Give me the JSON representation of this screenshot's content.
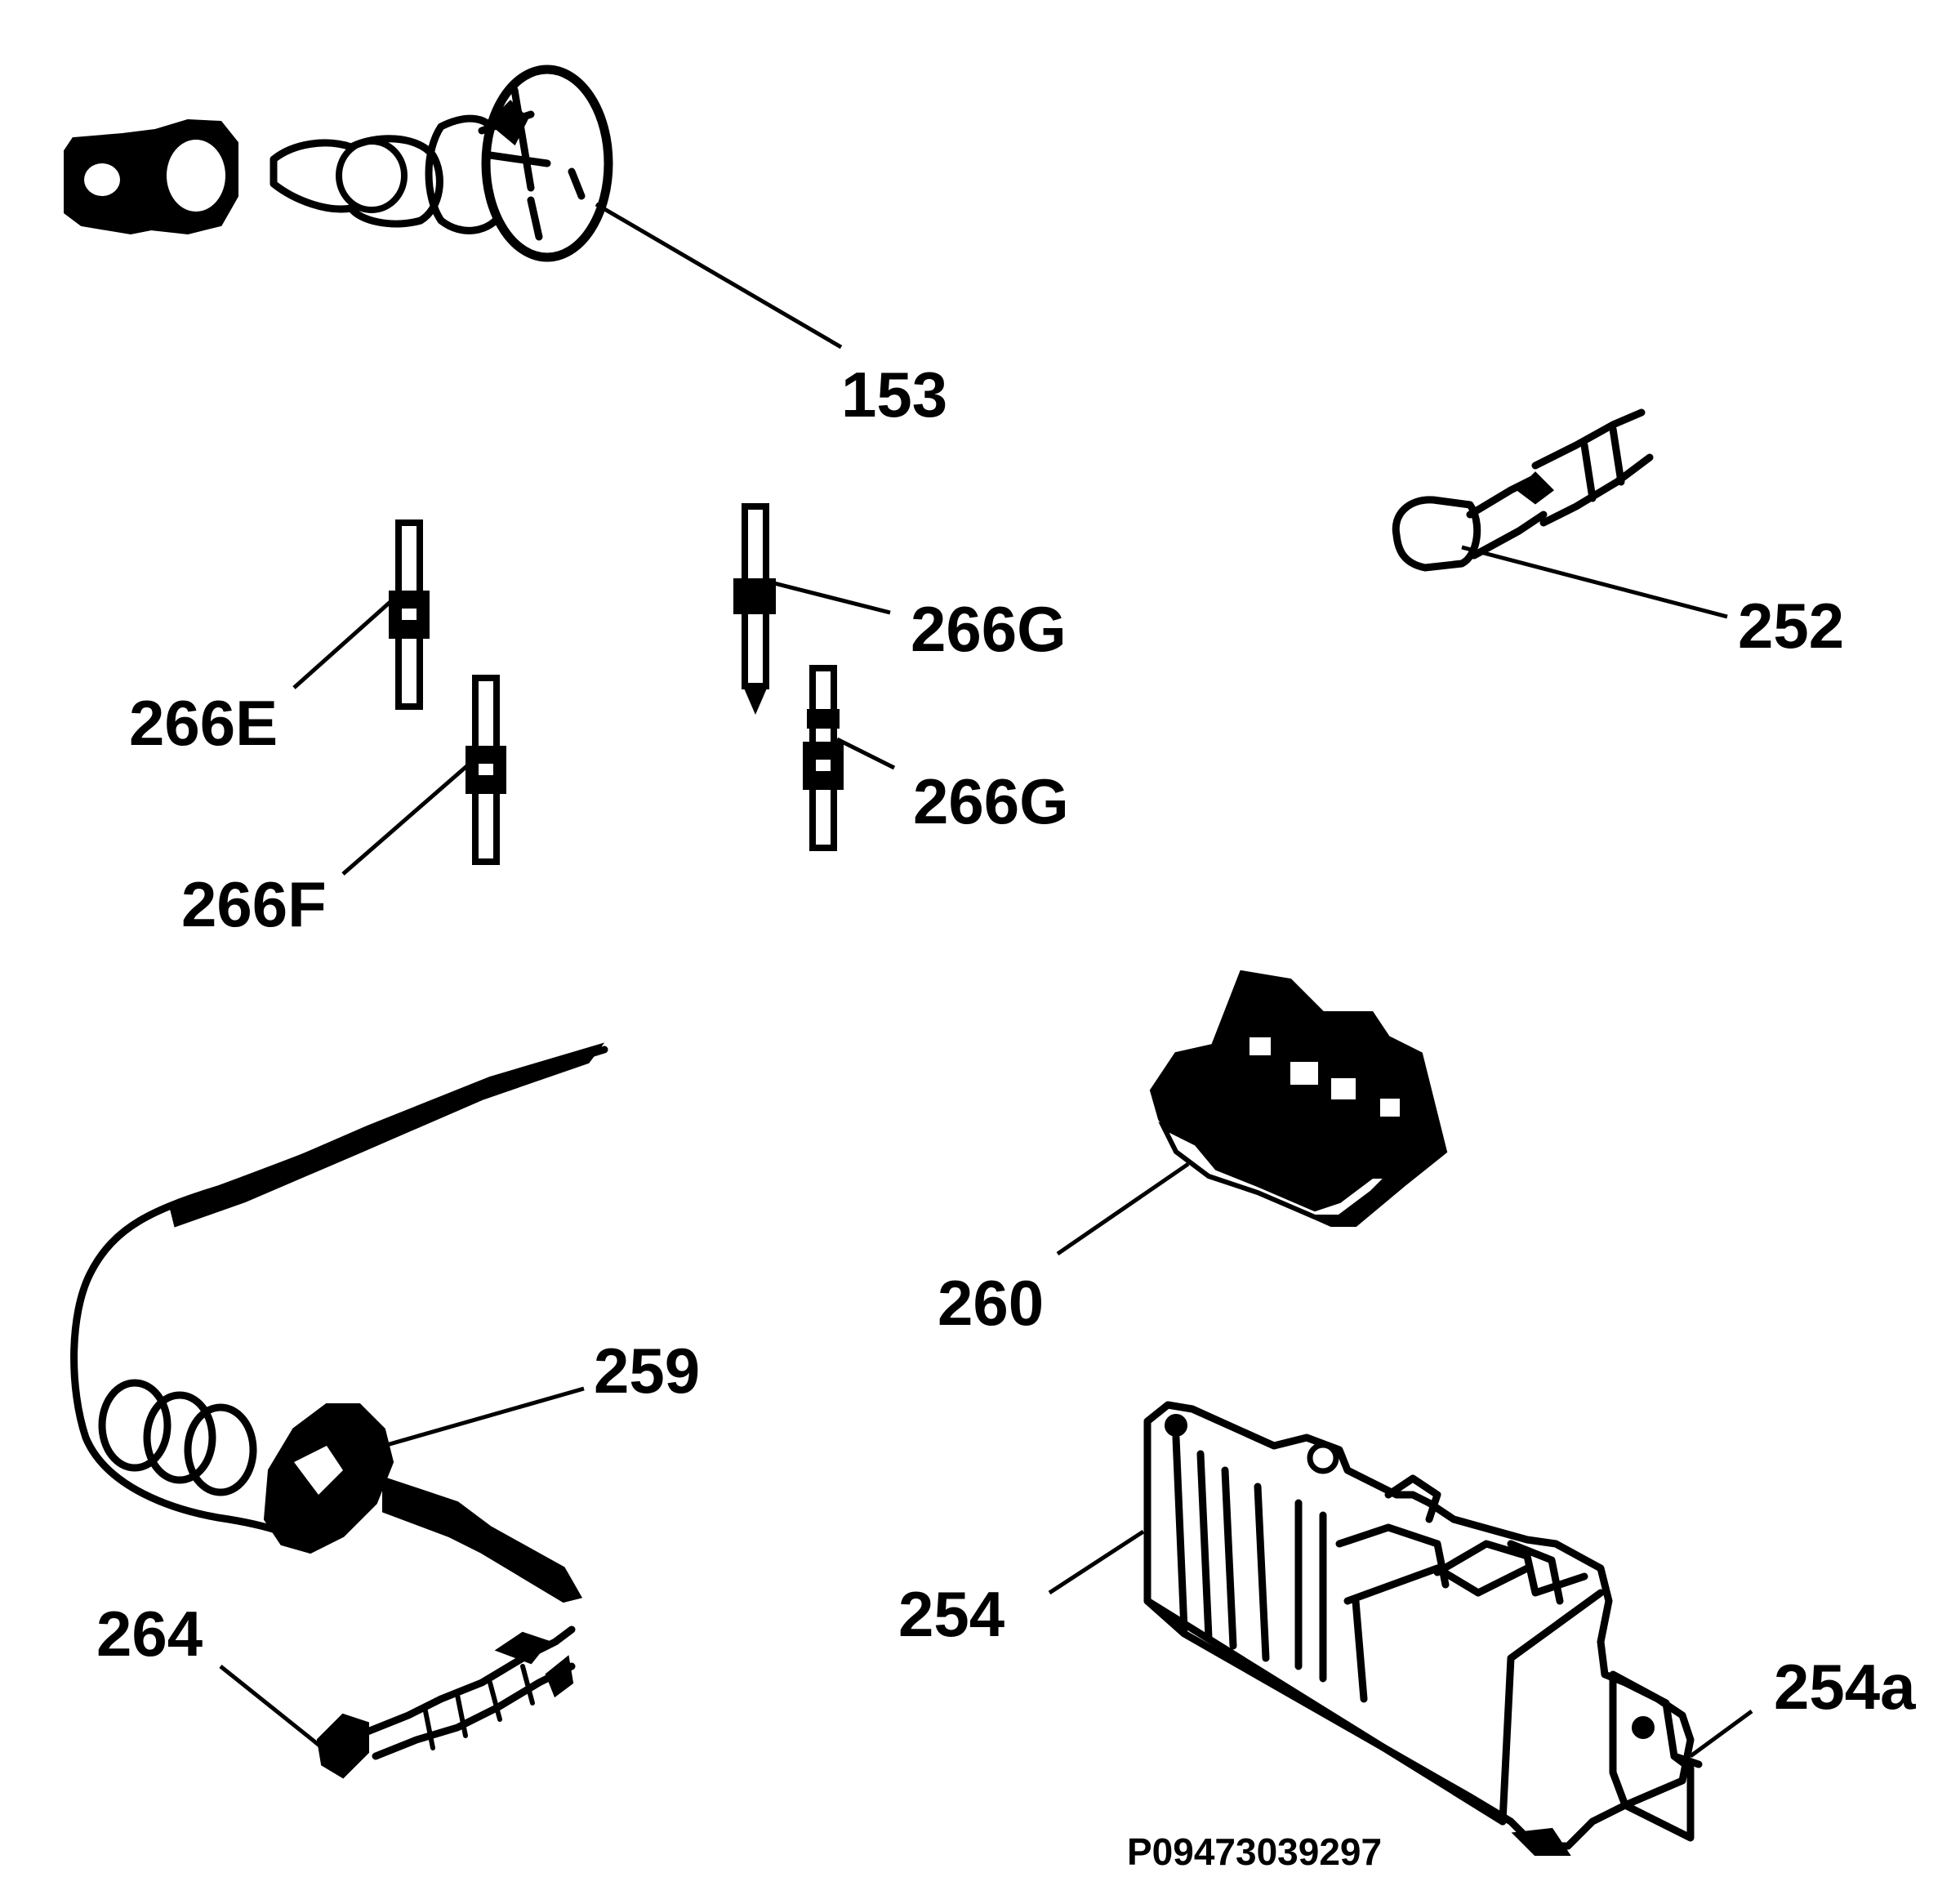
{
  "callouts": {
    "c153": "153",
    "c252": "252",
    "c266g_top": "266G",
    "c266e": "266E",
    "c266g_bottom": "266G",
    "c266f": "266F",
    "c260": "260",
    "c259": "259",
    "c254": "254",
    "c264": "264",
    "c254a": "254a"
  },
  "drawing_code": "P09473039297"
}
